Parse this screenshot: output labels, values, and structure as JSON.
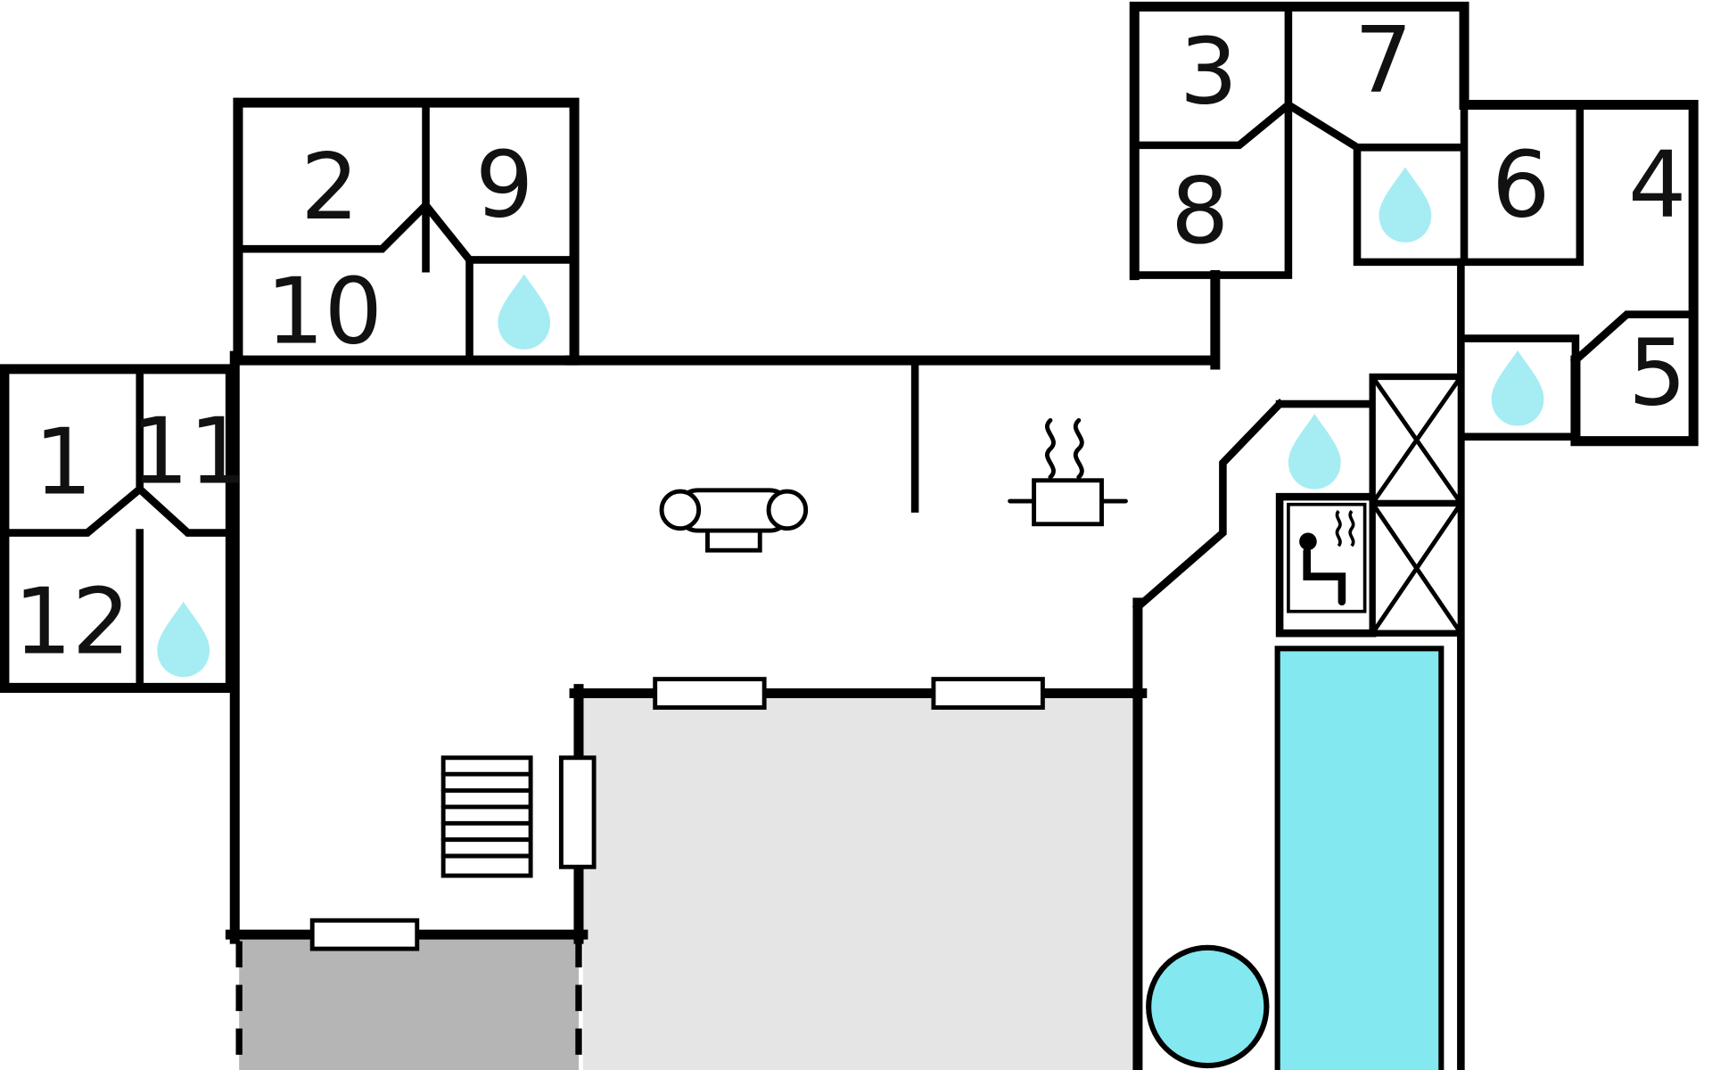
{
  "floor_plan": {
    "rooms": [
      {
        "number": "1"
      },
      {
        "number": "2"
      },
      {
        "number": "3"
      },
      {
        "number": "4"
      },
      {
        "number": "5"
      },
      {
        "number": "6"
      },
      {
        "number": "7"
      },
      {
        "number": "8"
      },
      {
        "number": "9"
      },
      {
        "number": "10"
      },
      {
        "number": "11"
      },
      {
        "number": "12"
      }
    ],
    "icons": {
      "bathroom": "water-drop",
      "living_room": "sofa",
      "kitchen": "cooking-pot-with-steam",
      "sauna": "sauna-person-with-steam",
      "wardrobe": "crossed-box",
      "stairs": "staircase",
      "pool": "swimming-pool",
      "hot_tub": "hot-tub-circle"
    },
    "colors": {
      "wall": "#000000",
      "background": "#ffffff",
      "water": "#a6ecf3",
      "pool": "#83e8ef",
      "terrace_dark": "#b5b5b5",
      "terrace_light": "#e5e5e5"
    }
  }
}
